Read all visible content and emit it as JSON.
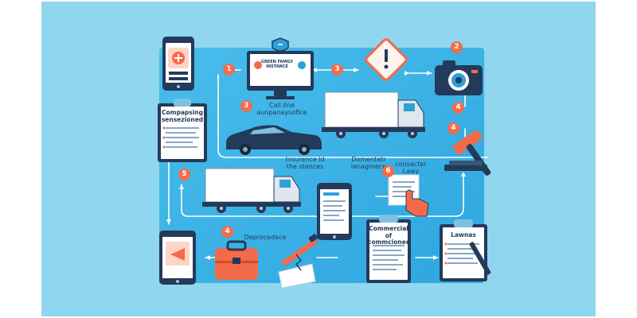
{
  "labels": {
    "top_doc": "Compapsing sensezioned",
    "monitor_text": "GREEN FAMILY INSTANCE",
    "call_line_1": "Call Ilne",
    "call_line_2": "aunpanaysofice",
    "insurance_1": "Insurence ld",
    "insurance_2": "the stences",
    "documentar_1": "Domentatr",
    "documentar_2": "lanagmece",
    "consacter_1": "consacter",
    "consacter_2": "Lawy",
    "deprocedace": "Deprocedace",
    "commercial_1": "Commercial of",
    "commercial_2": "commcioned",
    "lawnas": "Lawnas"
  },
  "steps": {
    "n1": "1",
    "n2": "2",
    "n3a": "3",
    "n3b": "3",
    "n4a": "4",
    "n4b": "4",
    "n4c": "4",
    "n5": "5",
    "n6": "6"
  },
  "colors": {
    "background": "#8fd6ee",
    "panel": "#3eb3e6",
    "accent": "#f36b4a",
    "dark": "#243a5a",
    "flow_line": "#ffffff"
  }
}
